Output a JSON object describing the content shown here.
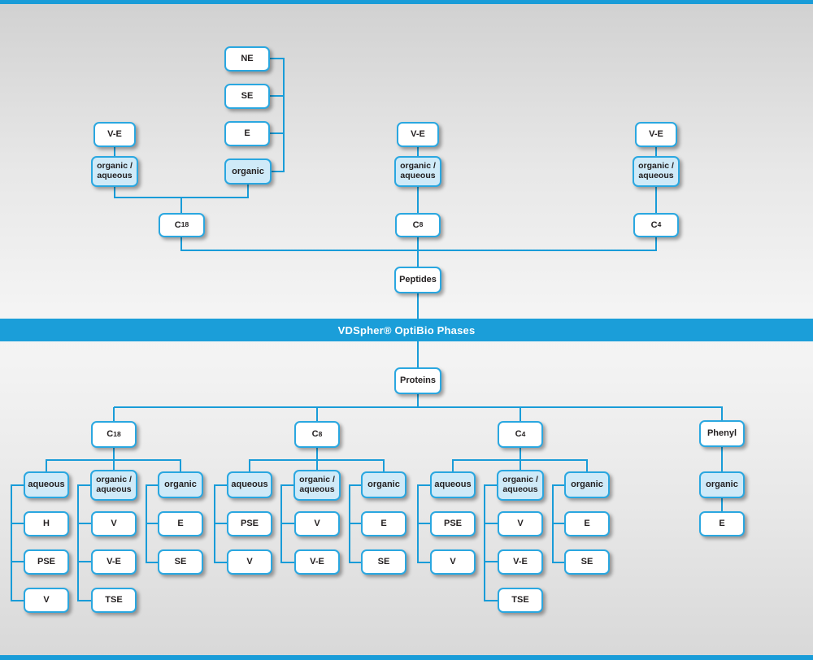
{
  "banner": {
    "title": "VDSpher® OptiBio Phases"
  },
  "colors": {
    "accent_blue": "#199cd8",
    "banner_blue": "#1b9ed9",
    "box_border": "#2aa7e0",
    "shaded_box_fill": "#cfeaf8",
    "box_text": "#231f20"
  },
  "diagram": {
    "peptides": {
      "root": "Peptides",
      "groups": [
        {
          "column": "C18",
          "branches": [
            {
              "eluent": "organic / aqueous",
              "phases": [
                "V-E"
              ]
            },
            {
              "eluent": "organic",
              "phases": [
                "NE",
                "SE",
                "E"
              ]
            }
          ]
        },
        {
          "column": "C8",
          "branches": [
            {
              "eluent": "organic / aqueous",
              "phases": [
                "V-E"
              ]
            }
          ]
        },
        {
          "column": "C4",
          "branches": [
            {
              "eluent": "organic / aqueous",
              "phases": [
                "V-E"
              ]
            }
          ]
        }
      ]
    },
    "proteins": {
      "root": "Proteins",
      "groups": [
        {
          "column": "C18",
          "branches": [
            {
              "eluent": "aqueous",
              "phases": [
                "H",
                "PSE",
                "V"
              ]
            },
            {
              "eluent": "organic / aqueous",
              "phases": [
                "V",
                "V-E",
                "TSE"
              ]
            },
            {
              "eluent": "organic",
              "phases": [
                "E",
                "SE"
              ]
            }
          ]
        },
        {
          "column": "C8",
          "branches": [
            {
              "eluent": "aqueous",
              "phases": [
                "PSE",
                "V"
              ]
            },
            {
              "eluent": "organic / aqueous",
              "phases": [
                "V",
                "V-E"
              ]
            },
            {
              "eluent": "organic",
              "phases": [
                "E",
                "SE"
              ]
            }
          ]
        },
        {
          "column": "C4",
          "branches": [
            {
              "eluent": "aqueous",
              "phases": [
                "PSE",
                "V"
              ]
            },
            {
              "eluent": "organic / aqueous",
              "phases": [
                "V",
                "V-E",
                "TSE"
              ]
            },
            {
              "eluent": "organic",
              "phases": [
                "E",
                "SE"
              ]
            }
          ]
        },
        {
          "column": "Phenyl",
          "branches": [
            {
              "eluent": "organic",
              "phases": [
                "E"
              ]
            }
          ]
        }
      ]
    }
  }
}
